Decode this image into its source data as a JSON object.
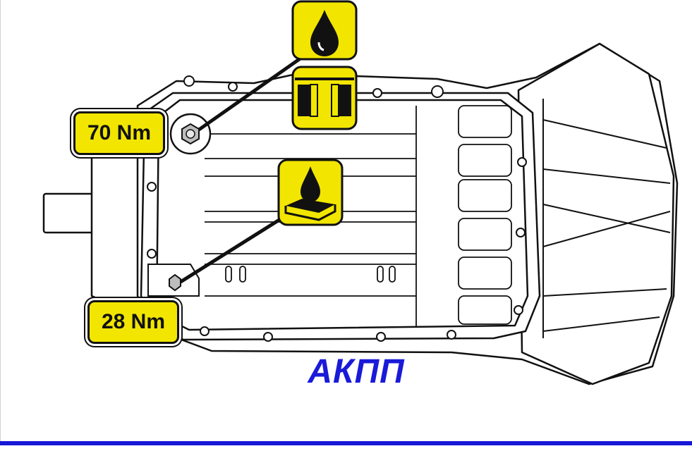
{
  "diagram": {
    "caption": "АКПП",
    "labels": {
      "fill_plug_torque": "70 Nm",
      "drain_plug_torque": "28 Nm"
    },
    "icons": [
      "oil-drop-icon",
      "plug-seal-icon",
      "oil-pan-drain-icon"
    ],
    "colors": {
      "label_fill": "#f2e600",
      "caption": "#1a1ad8",
      "bottom_bar": "#1717d6",
      "outline": "#111111"
    }
  }
}
